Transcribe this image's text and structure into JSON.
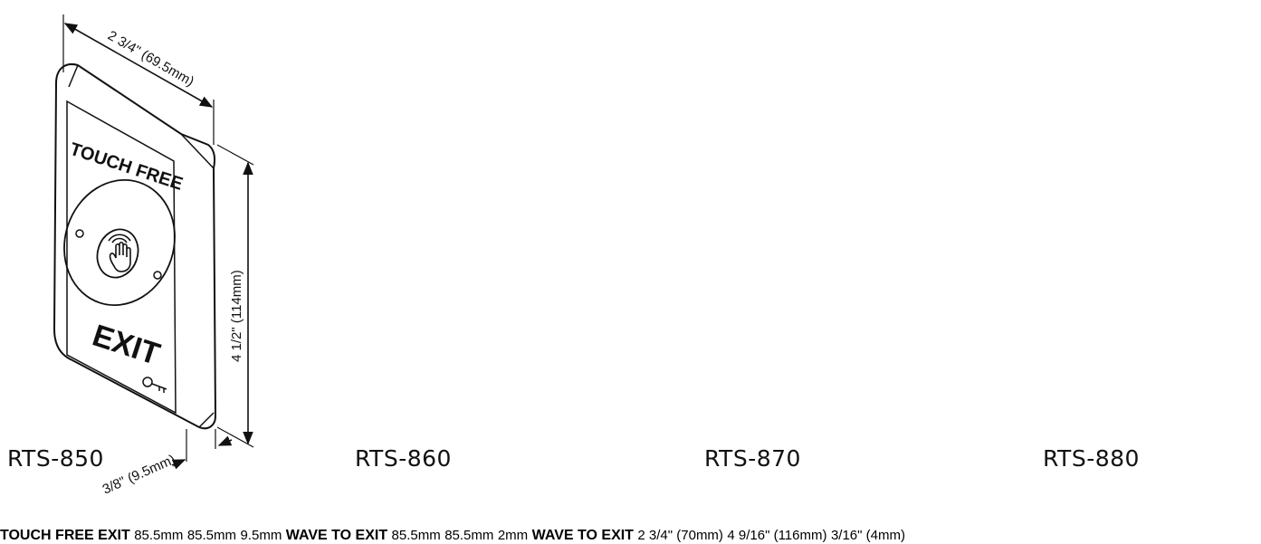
{
  "products": [
    {
      "model": "RTS-850",
      "top_text": "TOUCH FREE",
      "bottom_text": "EXIT",
      "dims": {
        "width": "2 3/4\" (69.5mm)",
        "height": "4 1/2\" (114mm)",
        "depth": "3/8\" (9.5mm)"
      }
    },
    {
      "model": "RTS-860",
      "top_text": "TOUCH FREE",
      "bottom_text": "EXIT",
      "dims": {
        "width": "85.5mm",
        "height": "85.5mm",
        "depth": "9.5mm"
      }
    },
    {
      "model": "RTS-870",
      "top_text": "WAVE TO",
      "bottom_text": "EXIT",
      "dims": {
        "width": "85.5mm",
        "height": "85.5mm",
        "depth": "2mm"
      }
    },
    {
      "model": "RTS-880",
      "top_text": "WAVE TO",
      "bottom_text": "EXIT",
      "dims": {
        "width": "2 3/4\" (70mm)",
        "height": "4 9/16\" (116mm)",
        "depth": "3/16\" (4mm)"
      }
    }
  ],
  "icons": [
    "hand-wave-icon",
    "key-logo-icon",
    "screw-hole-icon",
    "sensor-icon"
  ],
  "colors": {
    "line": "#111111",
    "background": "#ffffff"
  }
}
